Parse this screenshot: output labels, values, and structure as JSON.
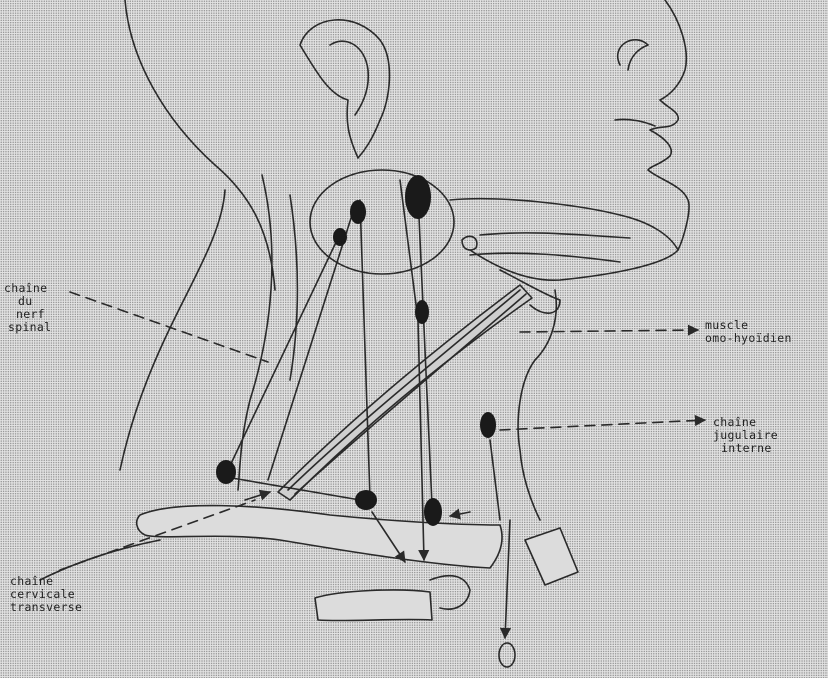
{
  "labels": {
    "nerf_spinal": {
      "line1": "chaîne",
      "line2": "du",
      "line3": "nerf",
      "line4": "spinal"
    },
    "omo_hyoidien": {
      "line1": "muscle",
      "line2": "omo-hyoïdien"
    },
    "jugulaire": {
      "line1": "chaîne",
      "line2": "jugulaire",
      "line3": "interne"
    },
    "transverse": {
      "line1": "chaîne",
      "line2": "cervicale",
      "line3": "transverse"
    }
  },
  "colors": {
    "ink": "#2a2a2a",
    "node": "#1a1a1a",
    "paper_dots": "#8a8a8a"
  }
}
